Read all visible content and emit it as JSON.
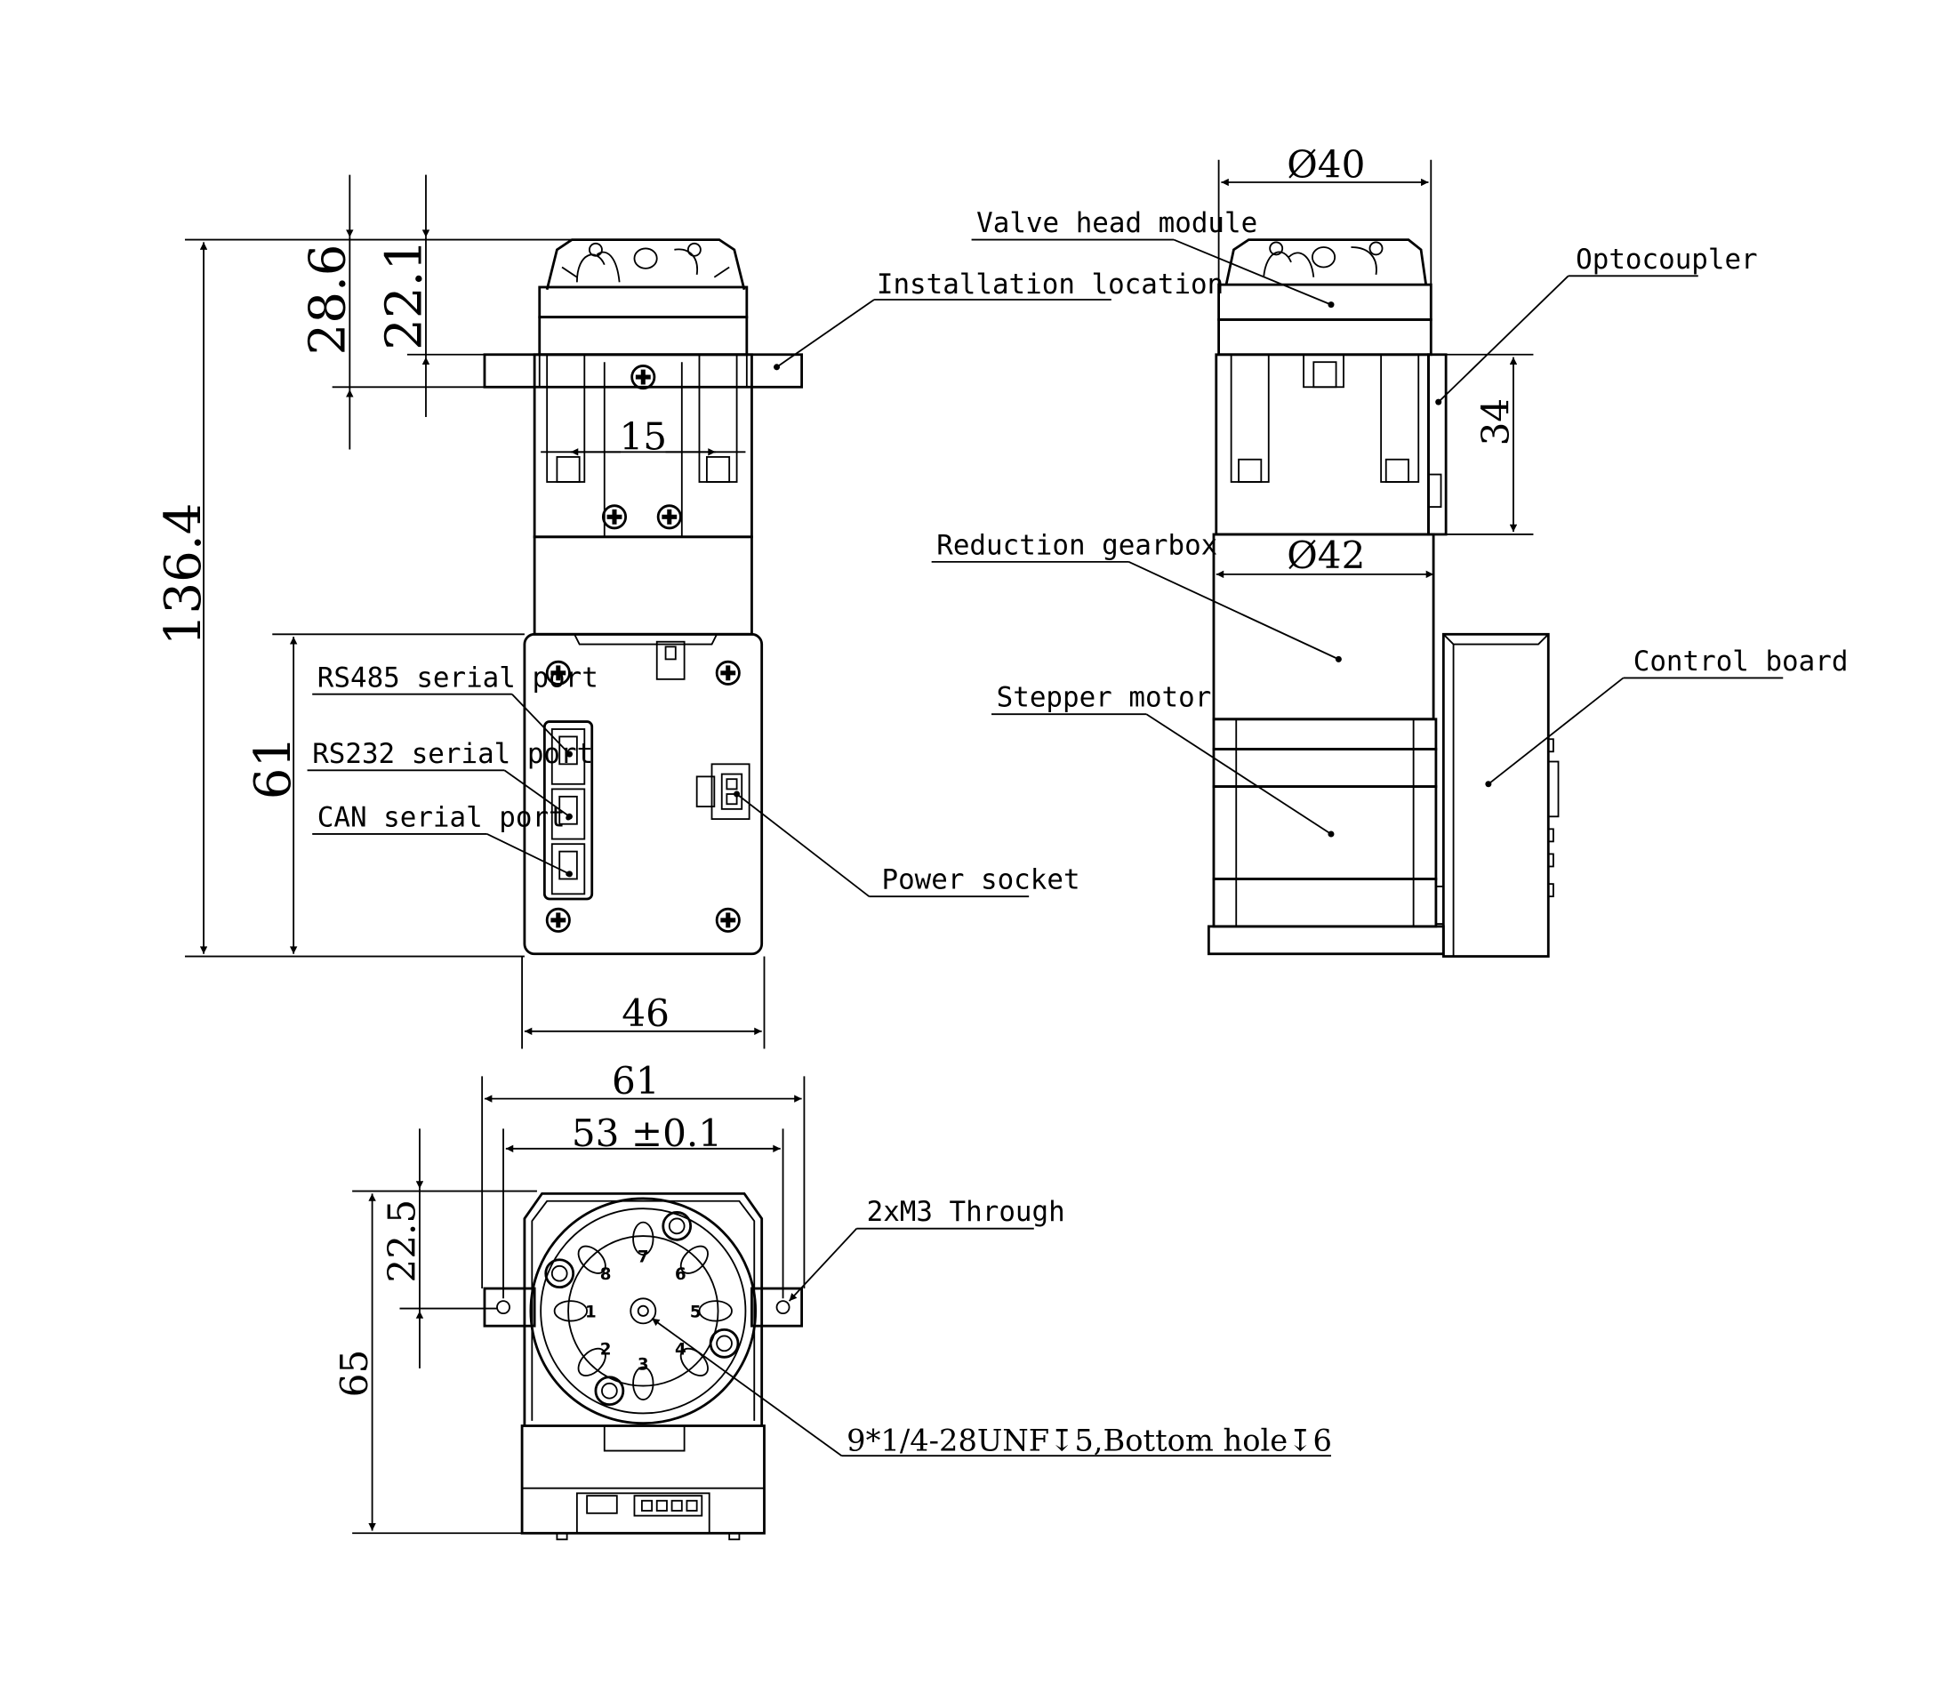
{
  "dimensions": {
    "overall_height": "136.4",
    "valve_height_outer": "28.6",
    "valve_height_inner": "22.1",
    "screw_spacing": "15",
    "board_height": "61",
    "board_width": "46",
    "valve_diameter": "Ø40",
    "gearbox_diameter": "Ø42",
    "optocoupler_height": "34",
    "flange_width": "61",
    "hole_spacing": "53 ±0.1",
    "bottom_height": "65",
    "bottom_offset": "22.5"
  },
  "callouts": {
    "installation_location": "Installation location",
    "rs485": "RS485 serial port",
    "rs232": "RS232 serial port",
    "can": "CAN serial port",
    "power_socket": "Power socket",
    "valve_head_module": "Valve head module",
    "optocoupler": "Optocoupler",
    "reduction_gearbox": "Reduction gearbox",
    "stepper_motor": "Stepper motor",
    "control_board": "Control board",
    "through_holes": "2xM3 Through",
    "port_threads": "9*1/4-28UNF↧5,Bottom hole↧6"
  },
  "port_numbers": [
    "1",
    "2",
    "3",
    "4",
    "5",
    "6",
    "7",
    "8"
  ]
}
